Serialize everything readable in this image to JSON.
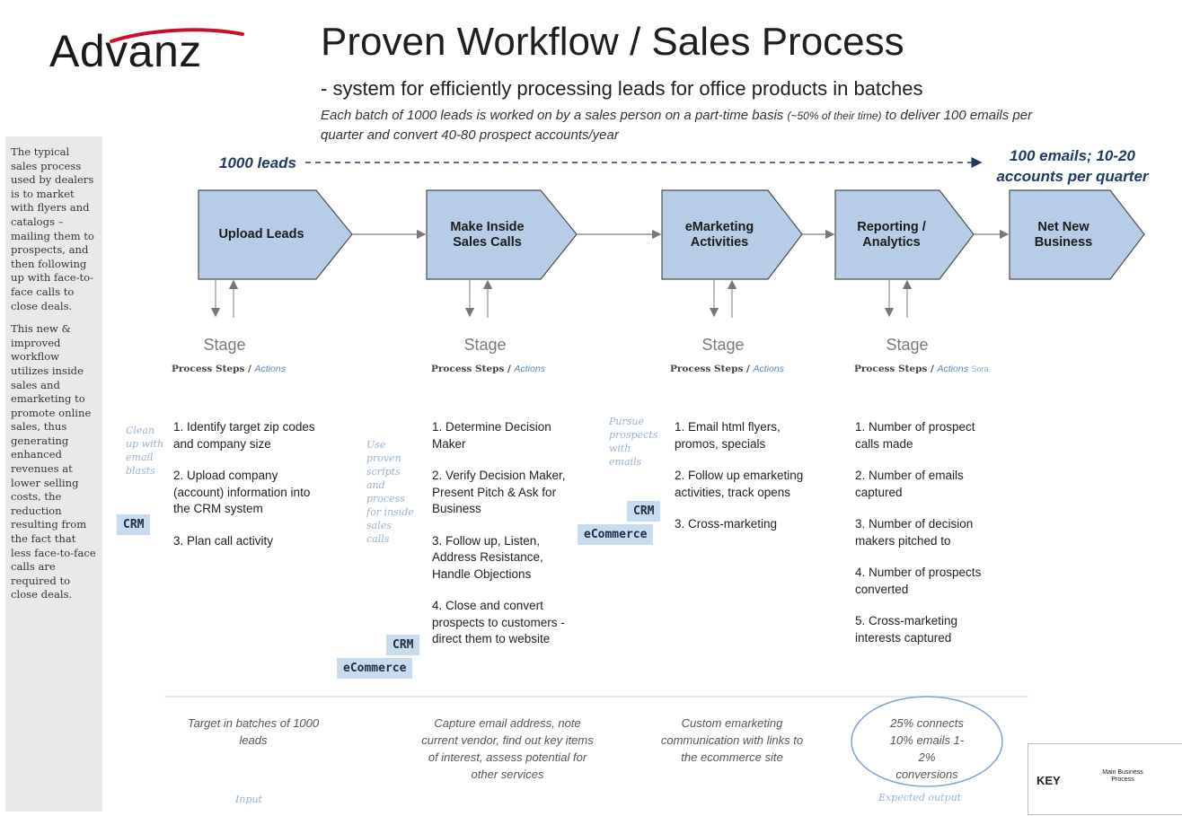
{
  "logo": {
    "text": "Advanz"
  },
  "header": {
    "title": "Proven Workflow / Sales Process",
    "subtitle": "- system for efficiently processing leads for office products in batches",
    "description_main": "Each batch of 1000 leads is worked on by a sales person on a part-time basis ",
    "description_paren": "(~50% of their time)",
    "description_end": " to deliver 100 emails per quarter and convert 40-80 prospect accounts/year"
  },
  "sidebar": {
    "paragraph1": "The typical sales process used by dealers is to market with flyers and catalogs – mailing them to prospects, and then following up with face-to-face calls to close deals.",
    "paragraph2": "This new & improved workflow utilizes inside sales and emarketing to promote online sales, thus generating enhanced revenues at lower selling costs, the reduction resulting from the fact that less face-to-face calls are required to close deals."
  },
  "flow": {
    "input_label": "1000 leads",
    "output_label": "100 emails; 10-20 accounts per quarter"
  },
  "stages": [
    {
      "shape_label": "Upload Leads",
      "stage": "Stage",
      "steps": "Process Steps",
      "actions": "Actions",
      "extra": "",
      "note": "Clean up with email blasts",
      "items": [
        "1. Identify target zip codes and company size",
        "2. Upload company (account) information into the CRM system",
        "3. Plan call activity"
      ]
    },
    {
      "shape_label": "Make Inside Sales Calls",
      "stage": "Stage",
      "steps": "Process Steps",
      "actions": "Actions",
      "extra": "",
      "note": "Use proven scripts and process for inside sales calls",
      "items": [
        "1. Determine Decision Maker",
        "2. Verify Decision Maker, Present Pitch & Ask for Business",
        "3. Follow up, Listen, Address Resistance, Handle Objections",
        "4. Close and convert prospects to customers - direct them to website"
      ]
    },
    {
      "shape_label": "eMarketing Activities",
      "stage": "Stage",
      "steps": "Process Steps",
      "actions": "Actions",
      "extra": "",
      "note": "Pursue prospects with emails",
      "items": [
        "1. Email html flyers, promos, specials",
        "2. Follow up emarketing activities, track opens",
        "3. Cross-marketing"
      ]
    },
    {
      "shape_label": "Reporting / Analytics",
      "stage": "Stage",
      "steps": "Process Steps",
      "actions": "Actions",
      "extra": "Sora",
      "note": "",
      "items": [
        "1. Number of prospect calls made",
        "2. Number of emails captured",
        "3. Number of decision makers pitched to",
        "4. Number of prospects converted",
        "5. Cross-marketing interests captured"
      ]
    },
    {
      "shape_label": "Net New Business"
    }
  ],
  "tags": {
    "crm": "CRM",
    "ecommerce": "eCommerce"
  },
  "bottom": {
    "target": "Target in batches of 1000 leads",
    "capture": "Capture email address, note current vendor, find out key items of interest, assess potential for other services",
    "custom": "Custom emarketing communication with links to the ecommerce site",
    "expected": "25% connects 10% emails 1-2% conversions",
    "input_label": "Input",
    "output_label": "Expected output"
  },
  "key": {
    "label": "KEY",
    "shape_text": "Main Business Process"
  },
  "colors": {
    "shape_fill": "#b7cde7",
    "shape_stroke": "#4d4d4d",
    "accent": "#1f3a67",
    "logo_swoosh": "#c8102e"
  }
}
